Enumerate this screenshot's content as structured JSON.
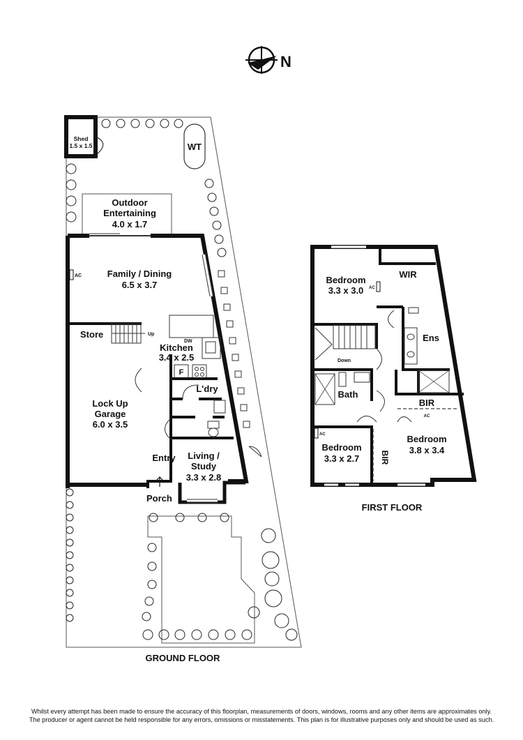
{
  "compass": {
    "label": "N"
  },
  "ground_floor": {
    "title": "GROUND FLOOR",
    "shed": {
      "name": "Shed",
      "size": "1.5 x 1.5"
    },
    "wt": "WT",
    "outdoor": {
      "name_1": "Outdoor",
      "name_2": "Entertaining",
      "size": "4.0 x 1.7"
    },
    "family": {
      "name": "Family / Dining",
      "size": "6.5 x 3.7"
    },
    "ac": "AC",
    "store": "Store",
    "up": "Up",
    "dw": "DW",
    "kitchen": {
      "name": "Kitchen",
      "size": "3.4 x 2.5"
    },
    "fridge": "F",
    "laundry": "L'dry",
    "garage": {
      "name_1": "Lock Up",
      "name_2": "Garage",
      "size": "6.0 x 3.5"
    },
    "entry": "Entry",
    "living": {
      "name_1": "Living /",
      "name_2": "Study",
      "size": "3.3 x 2.8"
    },
    "porch": "Porch"
  },
  "first_floor": {
    "title": "FIRST FLOOR",
    "bedroom1": {
      "name": "Bedroom",
      "size": "3.3 x 3.0"
    },
    "ac": "AC",
    "wir": "WIR",
    "ens": "Ens",
    "down": "Down",
    "bath": "Bath",
    "bir_top": "BIR",
    "bir_ac": "AC",
    "bedroom2": {
      "name": "Bedroom",
      "size": "3.3 x 2.7"
    },
    "ac2": "AC",
    "bir_vertical": "BIR",
    "bedroom3": {
      "name": "Bedroom",
      "size": "3.8 x 3.4"
    }
  },
  "disclaimer": {
    "line1": "Whilst every attempt has been made to ensure the accuracy of this floorplan, measurements of doors, windows, rooms and any other items are approximates only.",
    "line2": "The producer or agent cannot be held responsible for any errors, omissions or misstatements. This plan is for illustrative purposes only and should be used as such."
  }
}
